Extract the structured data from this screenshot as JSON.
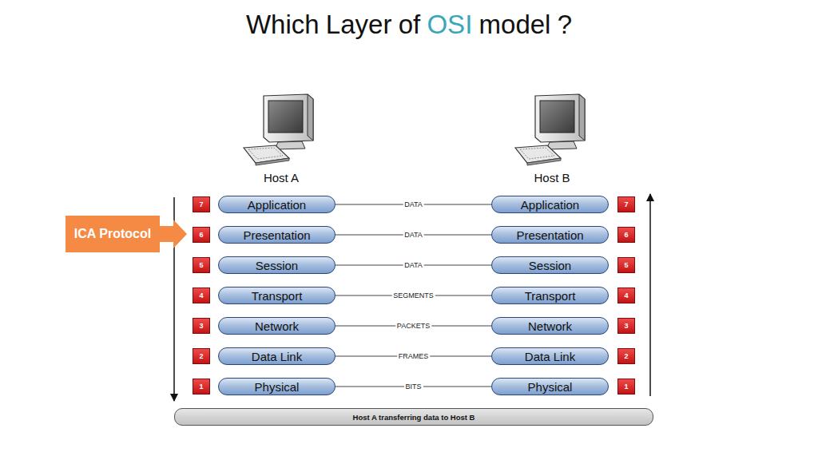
{
  "diagram": {
    "title": "Which Layer of OSI model ?",
    "nodes": [
      {
        "text": [
          "7"
        ]
      },
      {
        "text": [
          "Application"
        ]
      },
      {
        "text": [
          "Application"
        ]
      },
      {
        "text": [
          "7"
        ]
      },
      {
        "text": [
          "ICA Protocol"
        ]
      },
      {
        "text": [
          "6"
        ]
      },
      {
        "text": [
          "Presentation"
        ]
      },
      {
        "text": [
          "Presentation"
        ]
      },
      {
        "text": [
          "6"
        ]
      },
      {
        "text": [
          "5"
        ]
      },
      {
        "text": [
          "Session"
        ]
      },
      {
        "text": [
          "Session"
        ]
      },
      {
        "text": [
          "5"
        ]
      },
      {
        "text": [
          "4"
        ]
      },
      {
        "text": [
          "Transport"
        ]
      },
      {
        "text": [
          "Transport"
        ]
      },
      {
        "text": [
          "4"
        ]
      },
      {
        "text": [
          "3"
        ]
      },
      {
        "text": [
          "Network"
        ]
      },
      {
        "text": [
          "Network"
        ]
      },
      {
        "text": [
          "3"
        ]
      },
      {
        "text": [
          "2"
        ]
      },
      {
        "text": [
          "Data Link"
        ]
      },
      {
        "text": [
          "Data Link"
        ]
      },
      {
        "text": [
          "2"
        ]
      },
      {
        "text": [
          "1"
        ]
      },
      {
        "text": [
          "Physical"
        ]
      },
      {
        "text": [
          "Physical"
        ]
      },
      {
        "text": [
          "1"
        ]
      },
      {
        "text": [
          "Host A transferring data to Host B"
        ]
      }
    ],
    "edges": [
      {
        "from": 1,
        "to": 2,
        "arrow": "none",
        "label": "DATA"
      },
      {
        "from": 6,
        "to": 7,
        "arrow": "none",
        "label": "DATA"
      },
      {
        "from": 10,
        "to": 11,
        "arrow": "none",
        "label": "DATA"
      },
      {
        "from": 14,
        "to": 15,
        "arrow": "none",
        "label": "SEGMENTS"
      },
      {
        "from": 18,
        "to": 19,
        "arrow": "none",
        "label": "PACKETS"
      },
      {
        "from": 22,
        "to": 23,
        "arrow": "none",
        "label": "FRAMES"
      },
      {
        "from": 26,
        "to": 27,
        "arrow": "none",
        "label": "BITS"
      }
    ],
    "labels": [
      "Host A",
      "Host B"
    ]
  }
}
